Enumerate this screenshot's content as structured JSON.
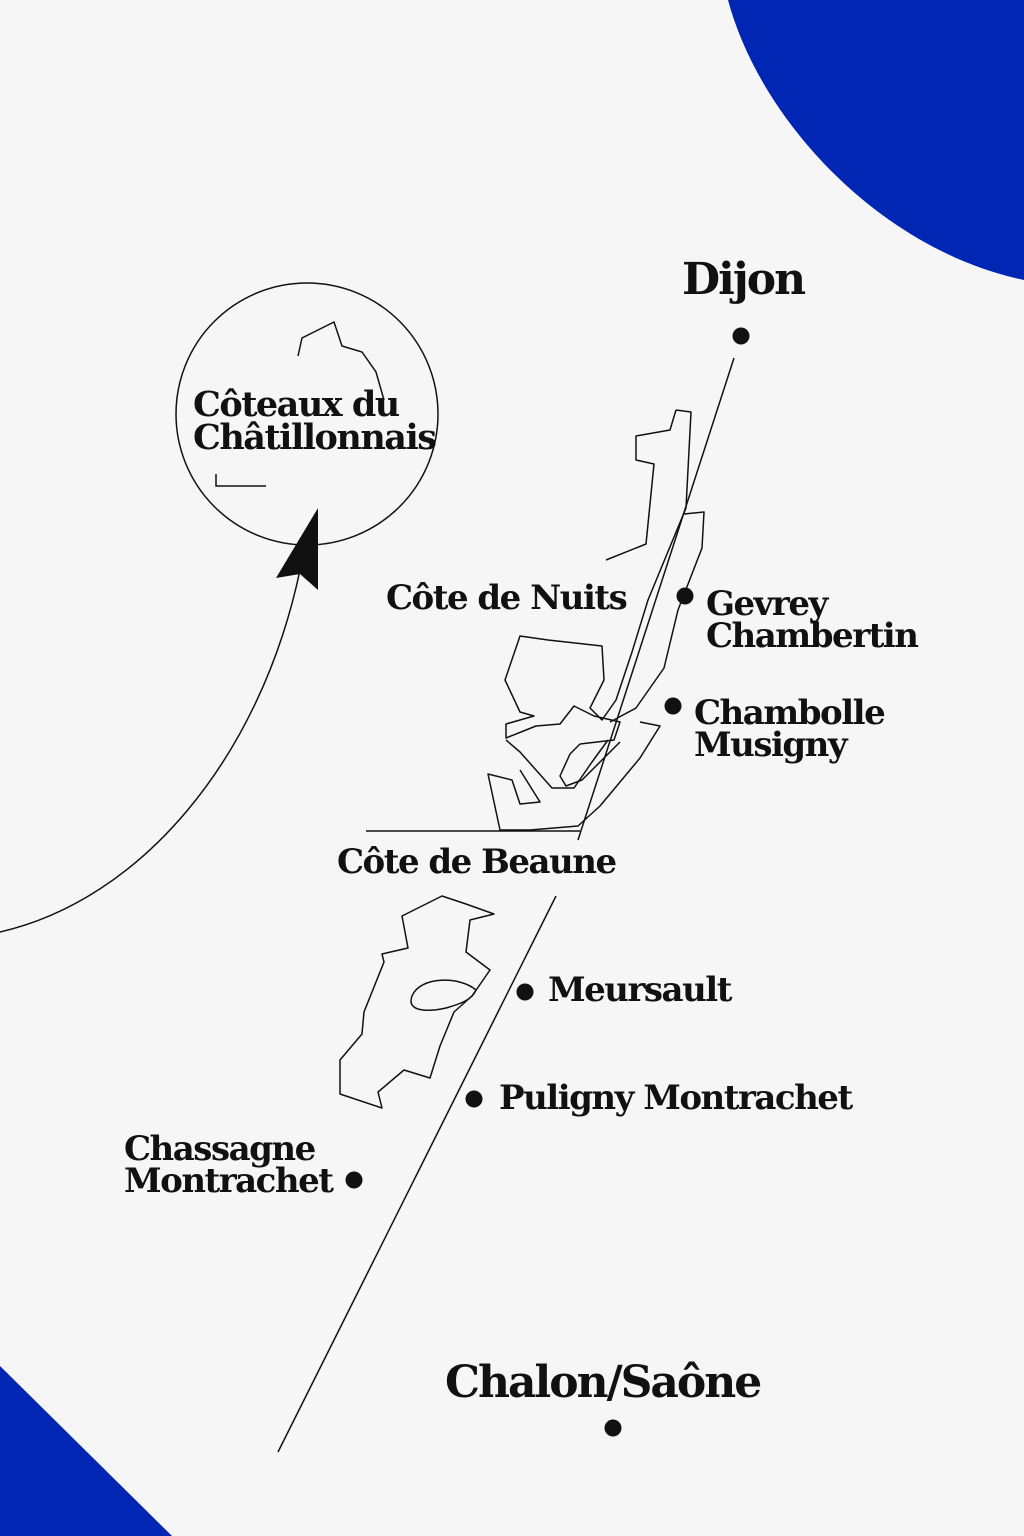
{
  "colors": {
    "accent": "#0026b3",
    "ink": "#111111",
    "background": "#f6f6f6"
  },
  "cities": {
    "dijon": "Dijon",
    "chalon": "Chalon/Saône"
  },
  "regions": {
    "cote_de_nuits": "Côte de Nuits",
    "cote_de_beaune": "Côte de Beaune",
    "chatillonnais_line1": "Côteaux du",
    "chatillonnais_line2": "Châtillonnais"
  },
  "villages": {
    "gevrey_line1": "Gevrey",
    "gevrey_line2": "Chambertin",
    "chambolle_line1": "Chambolle",
    "chambolle_line2": "Musigny",
    "meursault": "Meursault",
    "puligny": "Puligny Montrachet",
    "chassagne_line1": "Chassagne",
    "chassagne_line2": "Montrachet"
  }
}
